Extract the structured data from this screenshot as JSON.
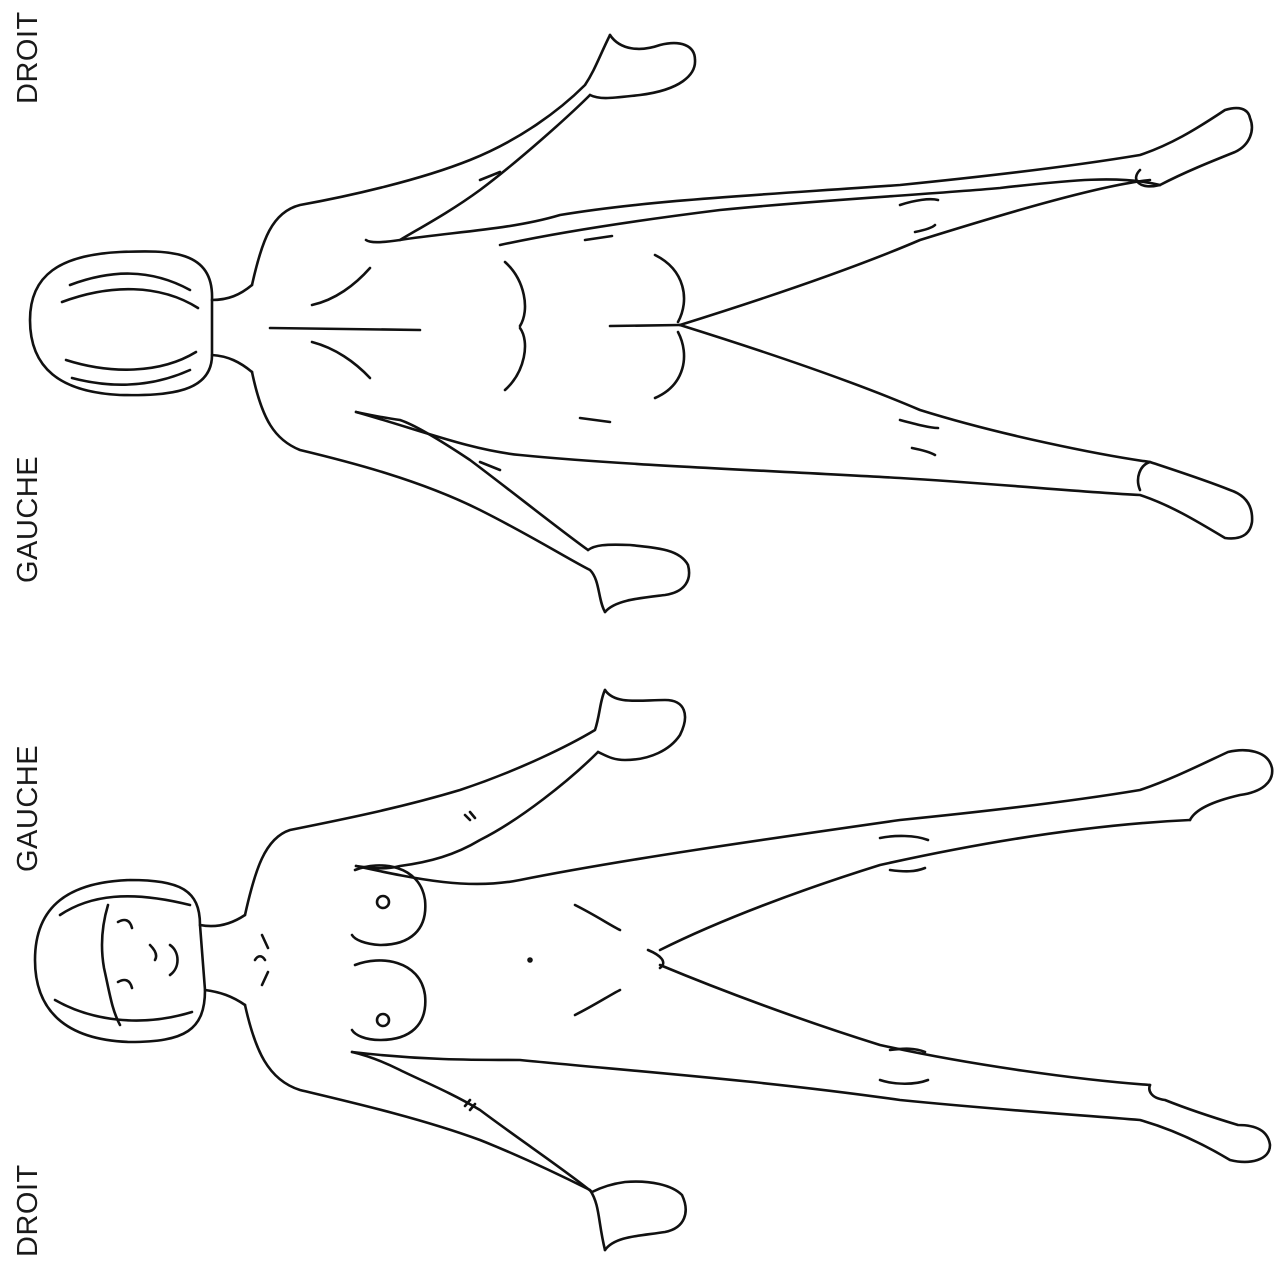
{
  "labels": {
    "back_right": "DROIT",
    "back_left": "GAUCHE",
    "front_left": "GAUCHE",
    "front_right": "DROIT"
  },
  "figures": [
    {
      "view": "back",
      "pose": "lying, arms and legs spread"
    },
    {
      "view": "front",
      "pose": "lying, arms and legs spread"
    }
  ],
  "colors": {
    "line": "#111111",
    "background": "#ffffff"
  }
}
